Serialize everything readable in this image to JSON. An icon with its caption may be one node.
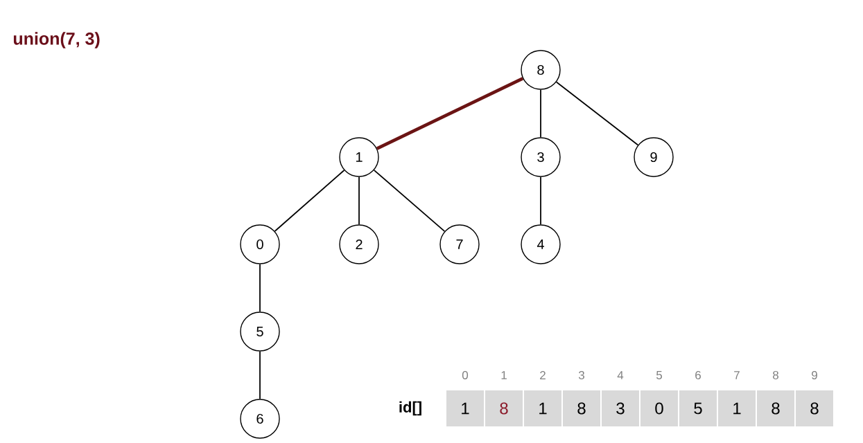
{
  "diagram": {
    "title": "union(7, 3)",
    "nodes": [
      {
        "text": [
          "8"
        ]
      },
      {
        "text": [
          "1"
        ]
      },
      {
        "text": [
          "3"
        ]
      },
      {
        "text": [
          "9"
        ]
      },
      {
        "text": [
          "0"
        ]
      },
      {
        "text": [
          "2"
        ]
      },
      {
        "text": [
          "7"
        ]
      },
      {
        "text": [
          "4"
        ]
      },
      {
        "text": [
          "5"
        ]
      },
      {
        "text": [
          "6"
        ]
      }
    ],
    "edges": [
      {
        "from": 0,
        "to": 1,
        "arrow": "none",
        "style": "thick",
        "color": "#6b1414"
      },
      {
        "from": 0,
        "to": 2,
        "arrow": "none"
      },
      {
        "from": 0,
        "to": 3,
        "arrow": "none"
      },
      {
        "from": 1,
        "to": 4,
        "arrow": "none"
      },
      {
        "from": 1,
        "to": 5,
        "arrow": "none"
      },
      {
        "from": 1,
        "to": 6,
        "arrow": "none"
      },
      {
        "from": 2,
        "to": 7,
        "arrow": "none"
      },
      {
        "from": 4,
        "to": 8,
        "arrow": "none"
      },
      {
        "from": 8,
        "to": 9,
        "arrow": "none"
      }
    ],
    "labels": [
      "0",
      "1",
      "2",
      "3",
      "4",
      "5",
      "6",
      "7",
      "8",
      "9",
      "id[]",
      "1",
      "8",
      "1",
      "8",
      "3",
      "0",
      "5",
      "1",
      "8",
      "8"
    ]
  }
}
